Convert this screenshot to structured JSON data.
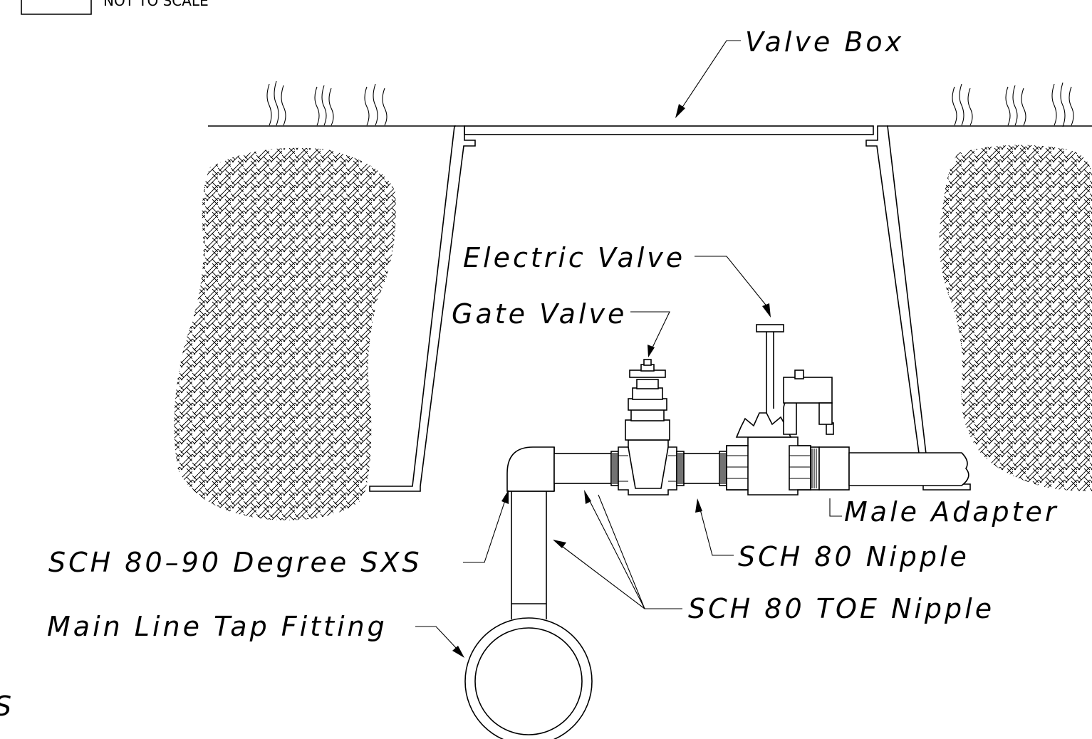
{
  "header": {
    "scale_note": "NOT TO SCALE"
  },
  "labels": {
    "valve_box": "Valve Box",
    "electric_valve": "Electric Valve",
    "gate_valve": "Gate Valve",
    "male_adapter": "Male Adapter",
    "sch80_elbow": "SCH 80–90 Degree SXS",
    "sch80_nipple": "SCH 80 Nipple",
    "sch80_toe_nipple": "SCH 80 TOE Nipple",
    "main_line_tap": "Main Line Tap Fitting"
  },
  "fragment": {
    "edge_char": "S"
  }
}
